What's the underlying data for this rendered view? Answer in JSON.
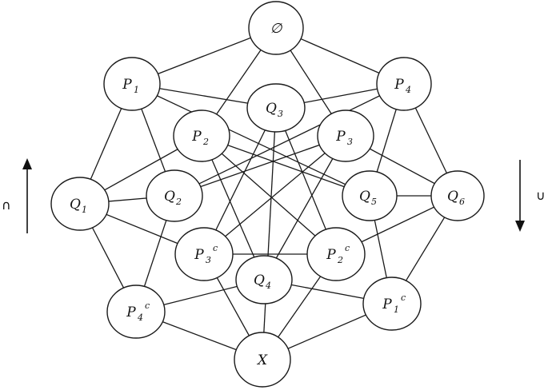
{
  "diagram": {
    "nodes": [
      {
        "id": "empty",
        "label": "∅",
        "sub": "",
        "sup": ""
      },
      {
        "id": "P1",
        "label": "P",
        "sub": "1",
        "sup": ""
      },
      {
        "id": "P4",
        "label": "P",
        "sub": "4",
        "sup": ""
      },
      {
        "id": "Q3",
        "label": "Q",
        "sub": "3",
        "sup": ""
      },
      {
        "id": "P2",
        "label": "P",
        "sub": "2",
        "sup": ""
      },
      {
        "id": "P3",
        "label": "P",
        "sub": "3",
        "sup": ""
      },
      {
        "id": "Q1",
        "label": "Q",
        "sub": "1",
        "sup": ""
      },
      {
        "id": "Q2",
        "label": "Q",
        "sub": "2",
        "sup": ""
      },
      {
        "id": "Q5",
        "label": "Q",
        "sub": "5",
        "sup": ""
      },
      {
        "id": "Q6",
        "label": "Q",
        "sub": "6",
        "sup": ""
      },
      {
        "id": "P3c",
        "label": "P",
        "sub": "3",
        "sup": "c"
      },
      {
        "id": "P2c",
        "label": "P",
        "sub": "2",
        "sup": "c"
      },
      {
        "id": "Q4",
        "label": "Q",
        "sub": "4",
        "sup": ""
      },
      {
        "id": "P4c",
        "label": "P",
        "sub": "4",
        "sup": "c"
      },
      {
        "id": "P1c",
        "label": "P",
        "sub": "1",
        "sup": "c"
      },
      {
        "id": "X",
        "label": "X",
        "sub": "",
        "sup": ""
      }
    ],
    "edges": [
      [
        "empty",
        "P1"
      ],
      [
        "empty",
        "P4"
      ],
      [
        "empty",
        "P2"
      ],
      [
        "empty",
        "P3"
      ],
      [
        "P1",
        "Q1"
      ],
      [
        "P1",
        "Q2"
      ],
      [
        "P1",
        "Q3"
      ],
      [
        "P1",
        "Q5"
      ],
      [
        "P4",
        "Q3"
      ],
      [
        "P4",
        "Q6"
      ],
      [
        "P4",
        "Q5"
      ],
      [
        "P4",
        "Q2"
      ],
      [
        "P2",
        "Q4"
      ],
      [
        "P2",
        "P2c"
      ],
      [
        "P2",
        "Q5"
      ],
      [
        "P3",
        "Q4"
      ],
      [
        "P3",
        "P3c"
      ],
      [
        "P3",
        "Q2"
      ],
      [
        "Q3",
        "X"
      ],
      [
        "Q3",
        "P3c"
      ],
      [
        "Q3",
        "P2c"
      ],
      [
        "Q1",
        "Q2"
      ],
      [
        "Q1",
        "P3c"
      ],
      [
        "Q1",
        "P4c"
      ],
      [
        "Q1",
        "P2"
      ],
      [
        "Q6",
        "Q5"
      ],
      [
        "Q6",
        "P2c"
      ],
      [
        "Q6",
        "P1c"
      ],
      [
        "Q6",
        "P3"
      ],
      [
        "Q2",
        "P4c"
      ],
      [
        "Q5",
        "P1c"
      ],
      [
        "P3c",
        "X"
      ],
      [
        "P2c",
        "X"
      ],
      [
        "P3c",
        "P2c"
      ],
      [
        "Q4",
        "P4c"
      ],
      [
        "Q4",
        "P1c"
      ],
      [
        "P4c",
        "X"
      ],
      [
        "P1c",
        "X"
      ]
    ]
  },
  "side_labels": {
    "left_op": "∩",
    "right_op": "∪"
  }
}
